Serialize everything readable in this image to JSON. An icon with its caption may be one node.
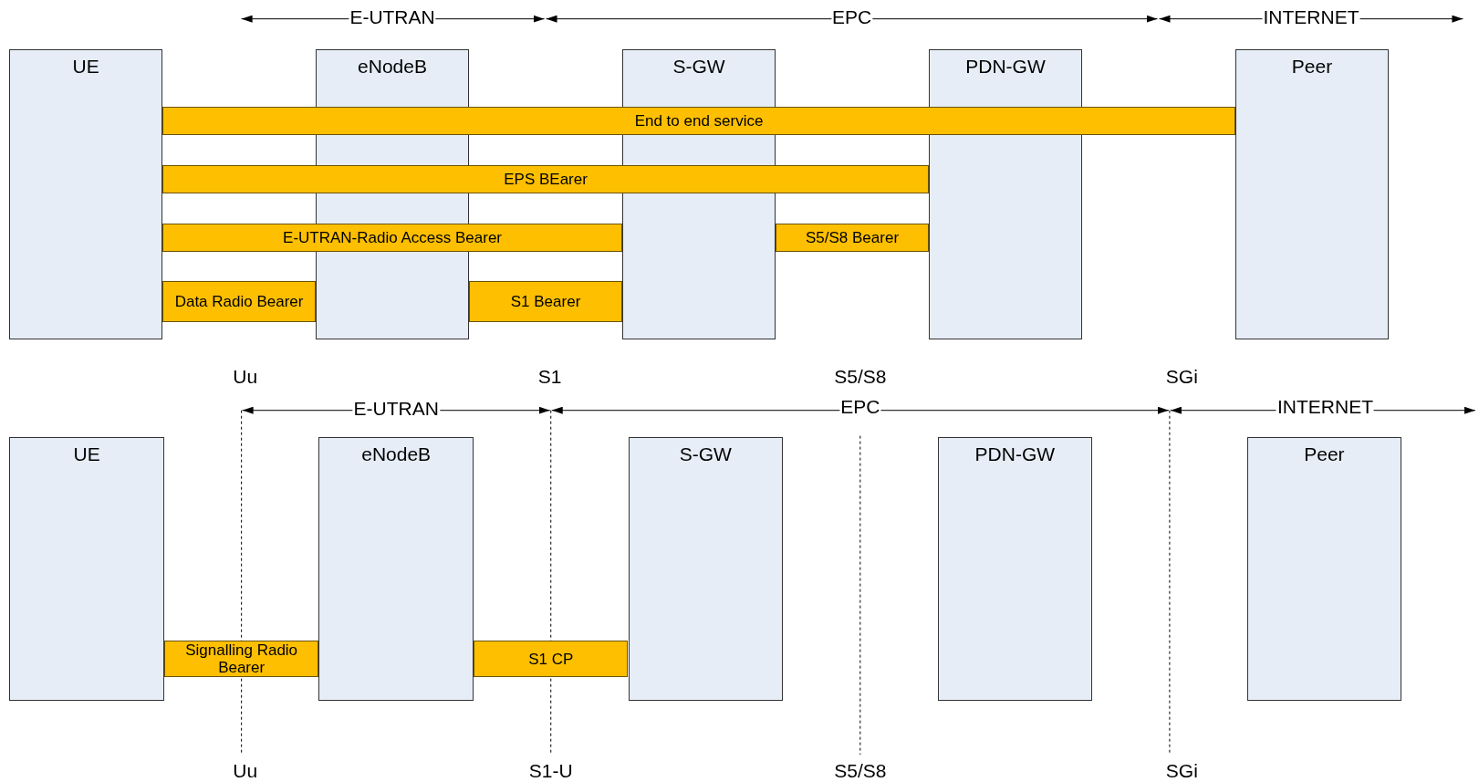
{
  "diagram": {
    "nodes": [
      {
        "text": [
          "UE"
        ]
      },
      {
        "text": [
          "eNodeB"
        ]
      },
      {
        "text": [
          "S-GW"
        ]
      },
      {
        "text": [
          "PDN-GW"
        ]
      },
      {
        "text": [
          "Peer"
        ]
      },
      {
        "text": [
          "End to end service"
        ]
      },
      {
        "text": [
          "EPS BEarer"
        ]
      },
      {
        "text": [
          "E-UTRAN-Radio Access Bearer"
        ]
      },
      {
        "text": [
          "S5/S8 Bearer"
        ]
      },
      {
        "text": [
          "Data Radio Bearer"
        ]
      },
      {
        "text": [
          "S1 Bearer"
        ]
      },
      {
        "text": [
          "UE"
        ]
      },
      {
        "text": [
          "eNodeB"
        ]
      },
      {
        "text": [
          "S-GW"
        ]
      },
      {
        "text": [
          "PDN-GW"
        ]
      },
      {
        "text": [
          "Peer"
        ]
      },
      {
        "text": [
          "Signalling Radio Bearer"
        ]
      },
      {
        "text": [
          "S1 CP"
        ]
      }
    ],
    "labels": [
      "E-UTRAN",
      "EPC",
      "INTERNET",
      "Uu",
      "S1",
      "S5/S8",
      "SGi",
      "E-UTRAN",
      "EPC",
      "INTERNET",
      "Uu",
      "S1-U",
      "S5/S8",
      "SGi"
    ]
  }
}
